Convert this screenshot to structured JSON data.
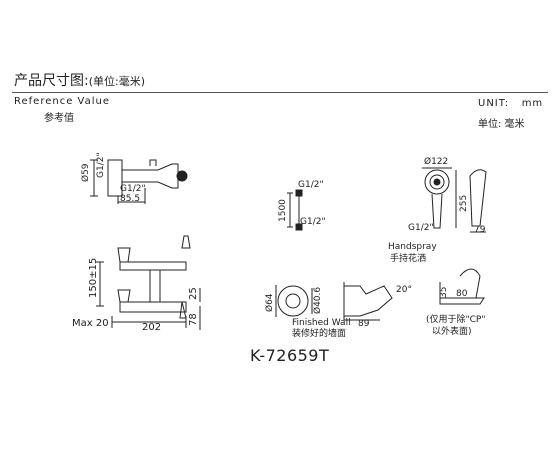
{
  "header": {
    "title": "产品尺寸图:",
    "title_note": "(单位:毫米)",
    "reference_en": "Reference Value",
    "reference_cn": "参考值",
    "unit_en": "UNIT:",
    "unit_value": "mm",
    "unit_cn": "单位: 毫米"
  },
  "side_view": {
    "dia": "Ø59",
    "thread1": "G1/2\"",
    "thread2": "G1/2\"",
    "length": "85.5"
  },
  "front_view": {
    "spacing": "150±15",
    "max": "Max 20",
    "width": "202",
    "right_h": "25",
    "bottom_h": "78"
  },
  "hose": {
    "thread_top": "G1/2\"",
    "length": "1500",
    "thread_bottom": "G1/2\""
  },
  "handspray": {
    "dia": "Ø122",
    "height": "255",
    "depth": "79",
    "thread": "G1/2\"",
    "label_en": "Handspray",
    "label_cn": "手持花洒"
  },
  "wall_plate": {
    "outer": "Ø64",
    "inner": "Ø40.6",
    "depth": "89",
    "angle": "20°",
    "label_en": "Finished Wall",
    "label_cn": "装修好的墙面"
  },
  "holder": {
    "h": "35",
    "w": "80",
    "note_cn1": "(仅用于除\"CP\"",
    "note_cn2": "以外表面)"
  },
  "model": "K-72659T"
}
